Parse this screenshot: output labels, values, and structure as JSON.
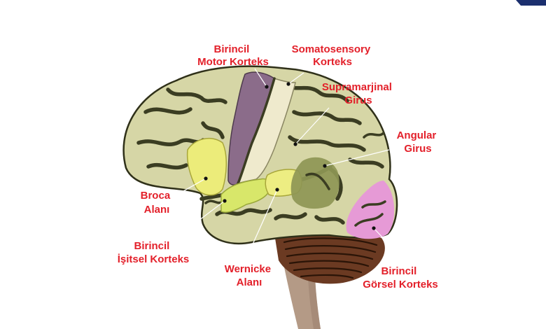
{
  "colors": {
    "label_text": "#e3202a",
    "cortex": "#d6d6a6",
    "cortex_outline": "#2f3019",
    "motor_cortex": "#8b6c8a",
    "somatosensory_cortex": "#efeacd",
    "broca_area": "#ecec7a",
    "auditory_cortex": "#d8e76a",
    "wernicke_area": "#eded82",
    "angular_gyrus": "#8e9655",
    "visual_cortex": "#e69ad6",
    "cerebellum": "#6b3a22",
    "brainstem": "#b49a86",
    "corner_logo": "#1b2f6e"
  },
  "labels": {
    "motor_cortex": [
      "Birincil",
      "Motor Korteks"
    ],
    "somatosensory_cortex": [
      "Somatosensory",
      "Korteks"
    ],
    "supramarginal_gyrus": [
      "Supramarjinal",
      "Girus"
    ],
    "angular_gyrus": [
      "Angular",
      "Girus"
    ],
    "broca_area": [
      "Broca",
      "Alanı"
    ],
    "auditory_cortex": [
      "Birincil",
      "İşitsel Korteks"
    ],
    "wernicke_area": [
      "Wernicke",
      "Alanı"
    ],
    "visual_cortex": [
      "Birincil",
      "Görsel Korteks"
    ]
  }
}
